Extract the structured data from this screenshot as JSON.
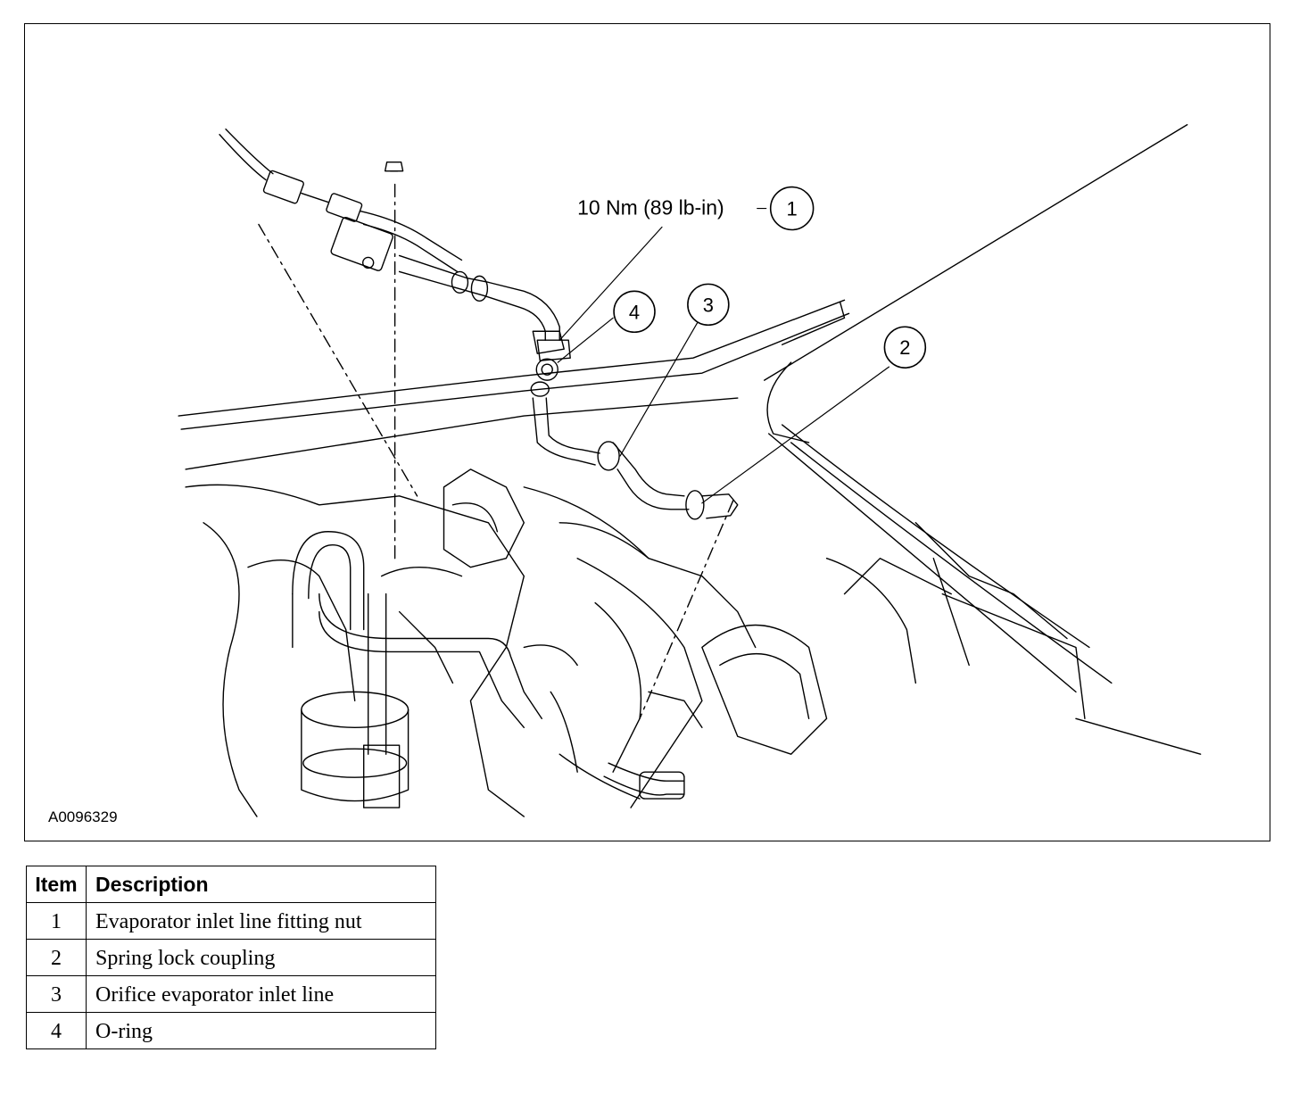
{
  "figure": {
    "id_label": "A0096329",
    "torque_callout": "10 Nm (89 lb-in)",
    "callouts": [
      "1",
      "2",
      "3",
      "4"
    ]
  },
  "legend": {
    "headers": {
      "item": "Item",
      "description": "Description"
    },
    "rows": [
      {
        "item": "1",
        "description": "Evaporator inlet line fitting nut"
      },
      {
        "item": "2",
        "description": "Spring lock coupling"
      },
      {
        "item": "3",
        "description": "Orifice evaporator inlet line"
      },
      {
        "item": "4",
        "description": "O-ring"
      }
    ]
  }
}
